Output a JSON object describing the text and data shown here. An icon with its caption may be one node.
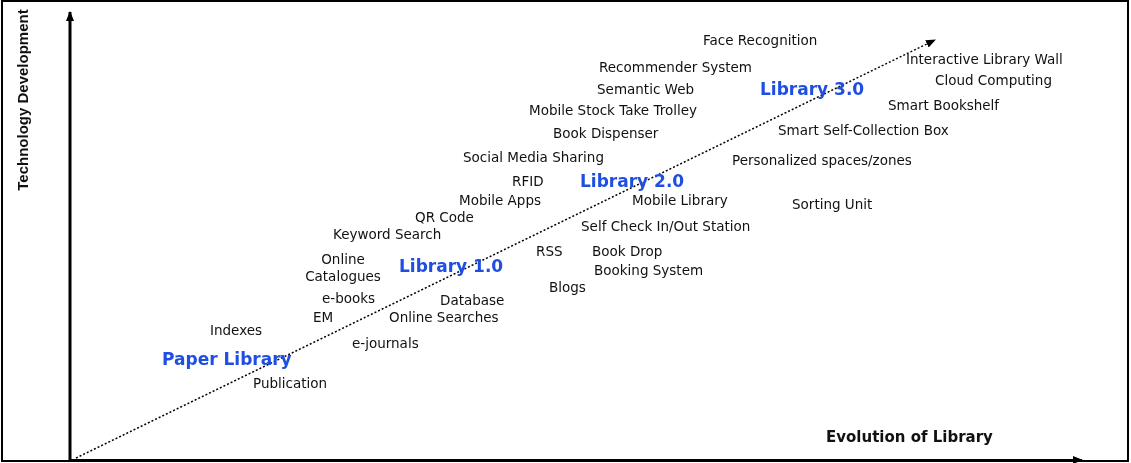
{
  "diagram": {
    "labels": [
      "Technology Development",
      "Face Recognition",
      "Interactive Library Wall",
      "Recommender System",
      "Cloud Computing",
      "Semantic Web",
      "Library 3.0",
      "Mobile Stock Take Trolley",
      "Smart Bookshelf",
      "Book Dispenser",
      "Smart Self-Collection Box",
      "Social Media Sharing",
      "Personalized spaces/zones",
      "RFID",
      "Library 2.0",
      "Mobile Apps",
      "Mobile Library",
      "Sorting Unit",
      "QR Code",
      "Self Check In/Out Station",
      "Keyword Search",
      "RSS",
      "Book Drop",
      "Online Catalogues",
      "Library 1.0",
      "Booking System",
      "Blogs",
      "e-books",
      "Database",
      "EM",
      "Online Searches",
      "Indexes",
      "e-journals",
      "Paper Library",
      "Publication",
      "Evolution of Library"
    ]
  }
}
